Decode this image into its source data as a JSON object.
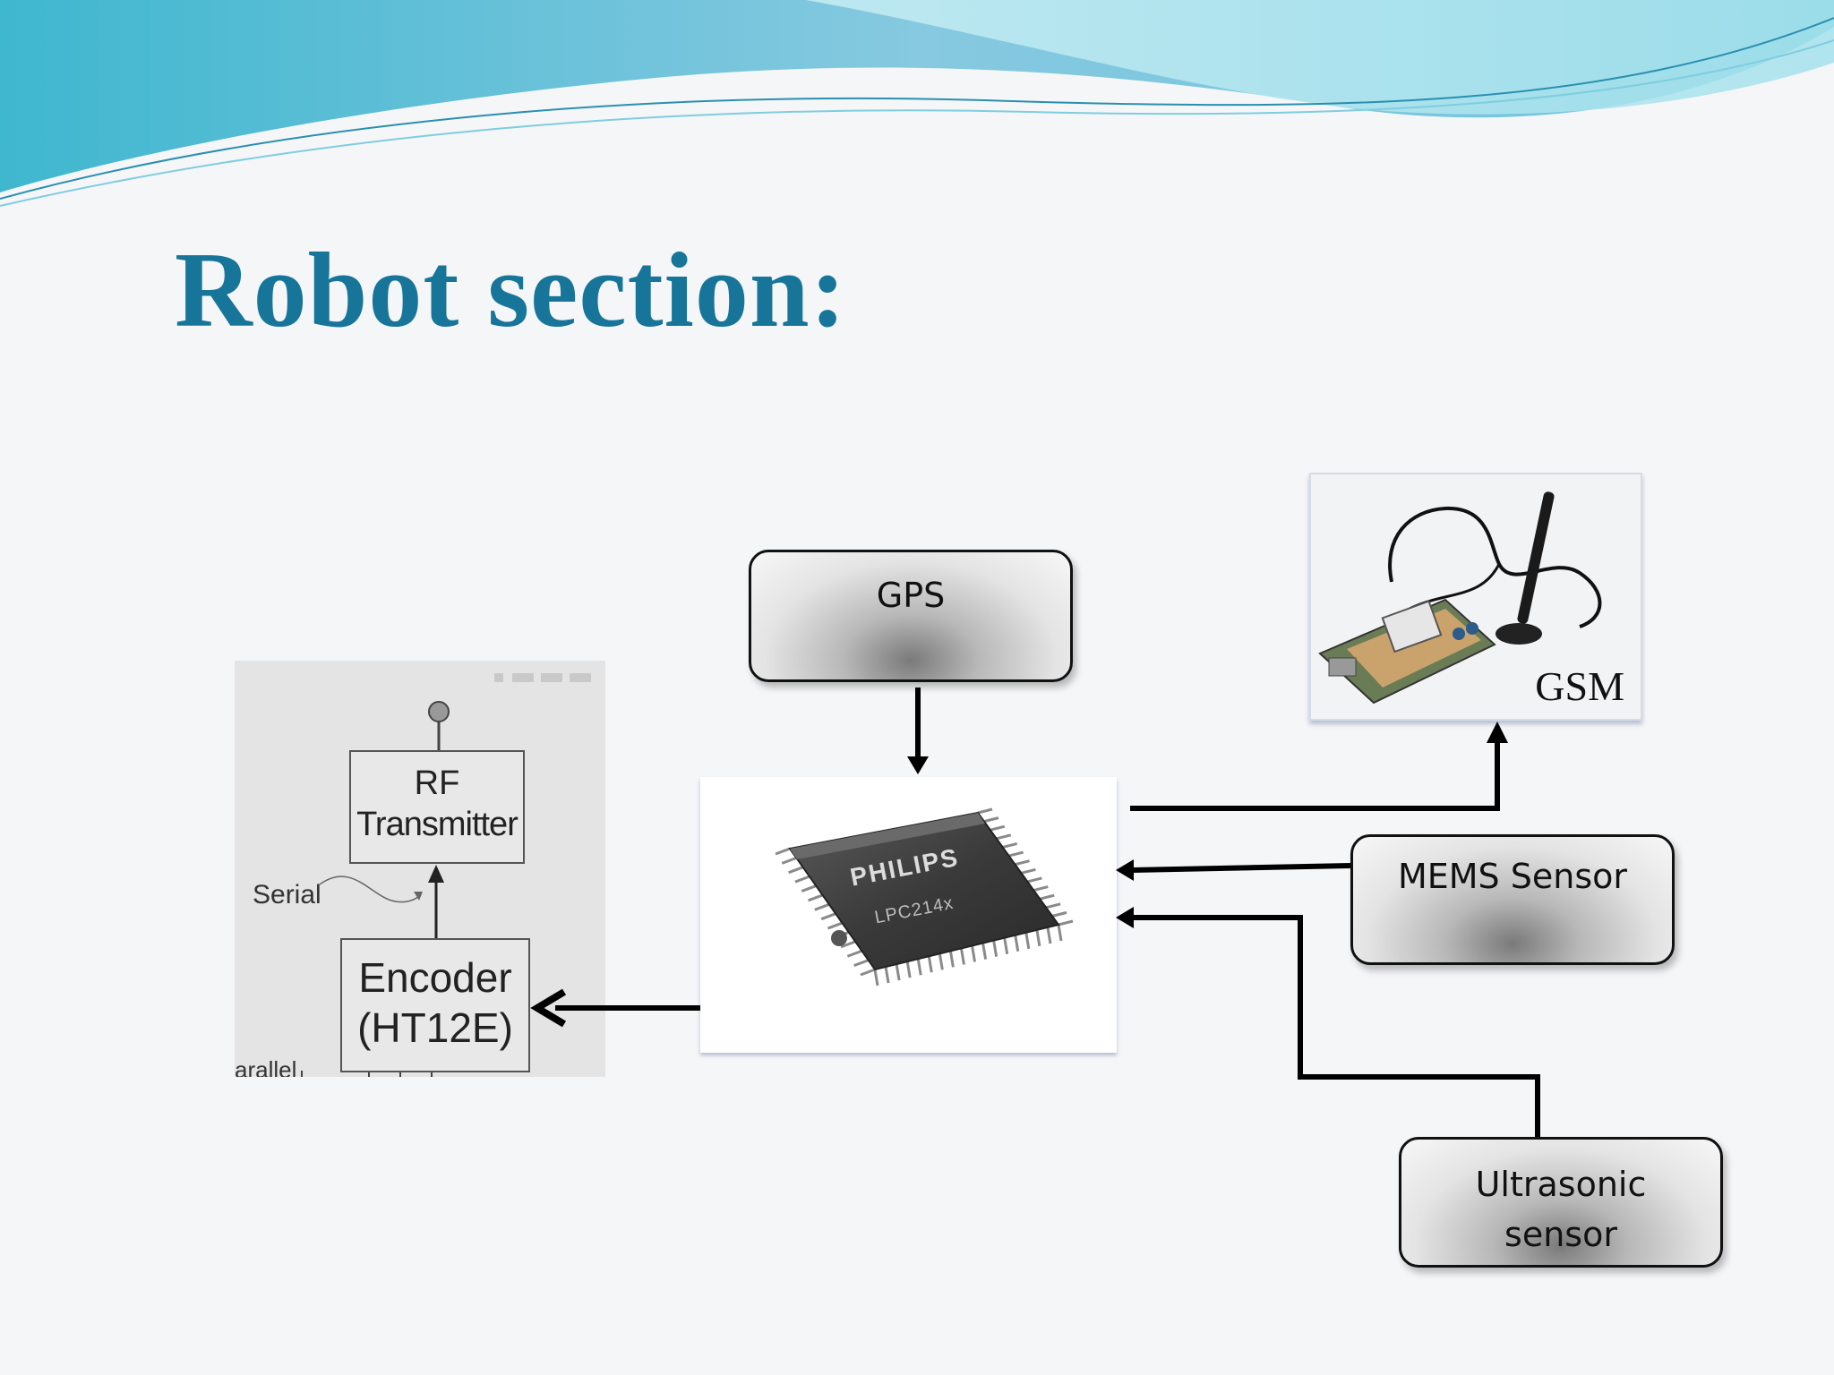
{
  "slide": {
    "title": "Robot section:"
  },
  "blocks": {
    "gps": "GPS",
    "mems": "MEMS Sensor",
    "ultrasonic_line1": "Ultrasonic",
    "ultrasonic_line2": "sensor",
    "gsm": "GSM"
  },
  "encoder_image": {
    "rf_line1": "RF",
    "rf_line2": "Transmitter",
    "serial": "Serial",
    "encoder_line1": "Encoder",
    "encoder_line2": "(HT12E)",
    "parallel": "arallel"
  },
  "chip": {
    "brand": "PHILIPS",
    "model": "LPC214x"
  },
  "colors": {
    "title": "#17759a",
    "wave_dark": "#5bbcd8",
    "wave_light": "#9fdde9"
  }
}
